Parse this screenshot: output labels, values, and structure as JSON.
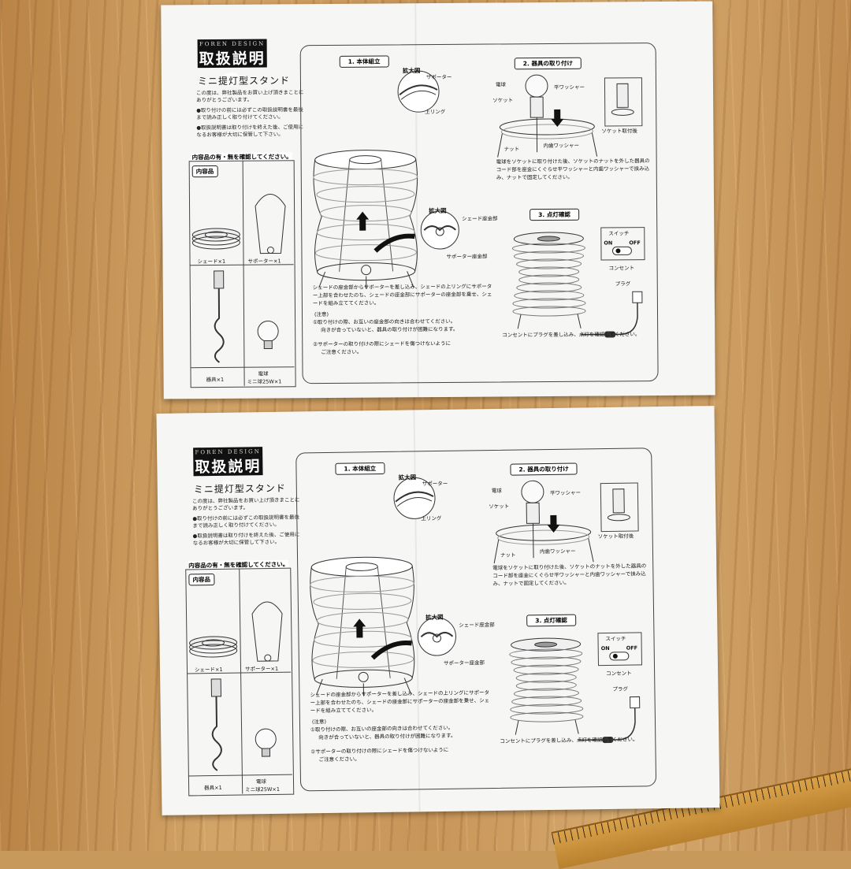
{
  "sheet": {
    "brand_sub": "FOREN DESIGN",
    "brand_main": "取扱説明書",
    "subtitle": "ミニ提灯型スタンド",
    "thanks": "この度は、弊社製品をお買い上げ頂きまことにありがとうございます。",
    "note_read": "●取り付けの前には必ずこの取扱説明書を最後まで読み正しく取り付けてください。",
    "note_keep": "●取扱説明書は取り付けを終えた後、ご使用になるお客様が大切に保管して下さい。",
    "contents_check": "内容品の有・無を確認してください。",
    "contents_title": "内容品",
    "item_shade": "シェード×1",
    "item_supporter": "サポーター×1",
    "item_fixture": "器具×1",
    "item_bulb_title": "電球",
    "item_bulb_detail": "ミニ球25W×1",
    "step1": "1. 本体組立",
    "zoom": "拡大図",
    "supporter": "サポーター",
    "upper_ring": "上リング",
    "shade_seat": "シェード座金部",
    "supporter_seat": "サポーター座金部",
    "step1_text": "シェードの座金部からサポーターを差し込み、シェードの上リングにサポーター上部を合わせたのち、シェードの座金部にサポーターの座金部を乗せ、シェードを組み立ててください。",
    "caution_title": "(注意)",
    "caution_1a": "①取り付けの際、お互いの座金部の向きは合わせてください。",
    "caution_1b": "向きが合っていないと、器具の取り付けが困難になります。",
    "caution_2a": "②サポーターの取り付けの際にシェードを傷つけないように",
    "caution_2b": "ご注意ください。",
    "step2": "2. 器具の取り付け",
    "bulb": "電球",
    "socket": "ソケット",
    "flat_washer": "平ワッシャー",
    "socket_mount": "ソケット取付後",
    "nut": "ナット",
    "inner_washer": "内歯ワッシャー",
    "step2_text": "電球をソケットに取り付けた後、ソケットのナットを外した器具のコード部を座金にくぐらせ平ワッシャーと内歯ワッシャーで挟み込み、ナットで固定してください。",
    "step3": "3. 点灯確認",
    "switch": "スイッチ",
    "on": "ON",
    "off": "OFF",
    "outlet": "コンセント",
    "plug": "プラグ",
    "step3_text": "コンセントにプラグを差し込み、点灯を確認してください。"
  },
  "colors": {
    "paper": "#f6f6f4",
    "ink": "#111111",
    "wood": "#c79a5c"
  }
}
